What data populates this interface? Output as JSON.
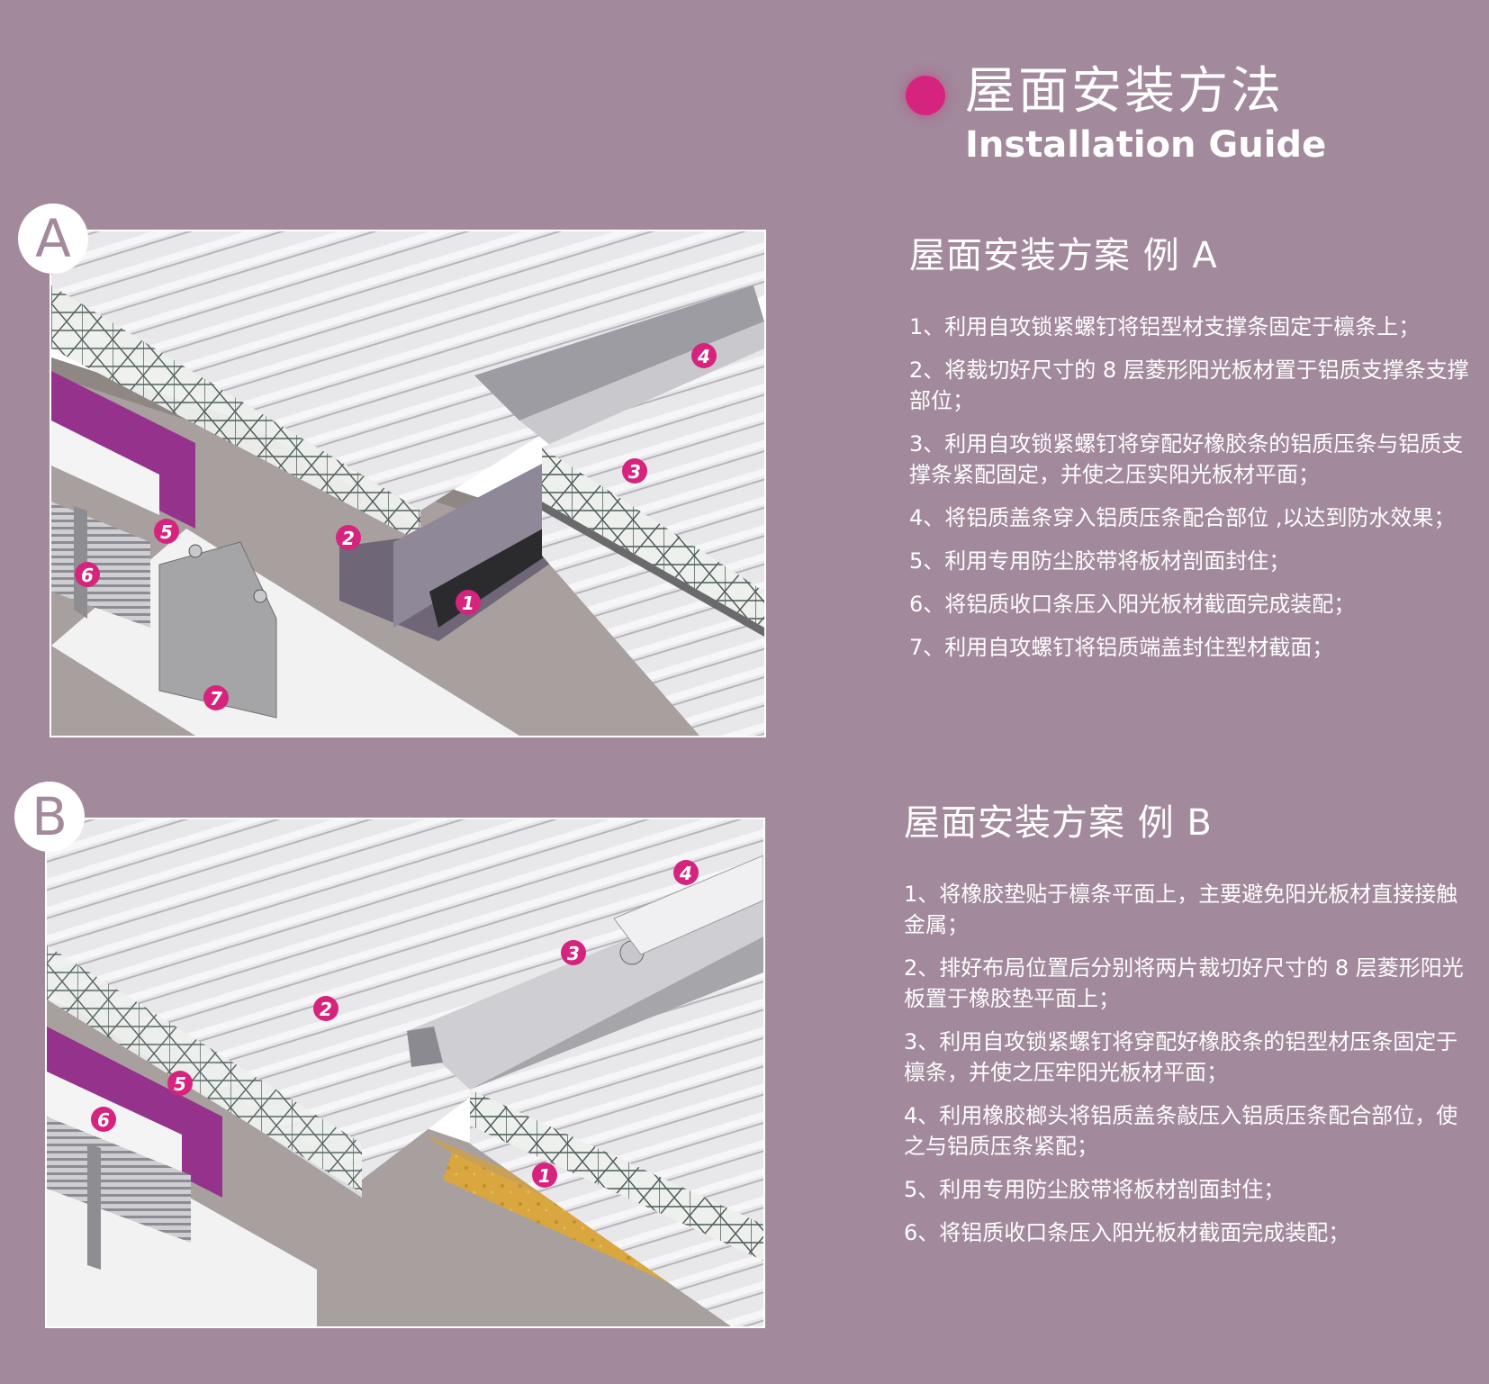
{
  "header": {
    "title_zh": "屋面安装方法",
    "title_en": "Installation Guide",
    "accent_color": "#d6247e",
    "background_color": "#a2899c"
  },
  "section_a": {
    "badge": "A",
    "title": "屋面安装方案 例 A",
    "callouts": [
      "1",
      "2",
      "3",
      "4",
      "5",
      "6",
      "7"
    ],
    "steps": [
      "1、利用自攻锁紧螺钉将铝型材支撑条固定于檩条上；",
      "2、将裁切好尺寸的 8 层菱形阳光板材置于铝质支撑条支撑部位；",
      "3、利用自攻锁紧螺钉将穿配好橡胶条的铝质压条与铝质支撑条紧配固定，并使之压实阳光板材平面；",
      "4、将铝质盖条穿入铝质压条配合部位 ,以达到防水效果；",
      "5、利用专用防尘胶带将板材剖面封住；",
      "6、将铝质收口条压入阳光板材截面完成装配；",
      "7、利用自攻螺钉将铝质端盖封住型材截面；"
    ]
  },
  "section_b": {
    "badge": "B",
    "title": "屋面安装方案 例 B",
    "callouts": [
      "1",
      "2",
      "3",
      "4",
      "5",
      "6"
    ],
    "steps": [
      "1、将橡胶垫贴于檩条平面上，主要避免阳光板材直接接触金属；",
      "2、排好布局位置后分别将两片裁切好尺寸的 8 层菱形阳光板置于橡胶垫平面上；",
      "3、利用自攻锁紧螺钉将穿配好橡胶条的铝型材压条固定于檩条，并使之压牢阳光板材平面；",
      "4、利用橡胶榔头将铝质盖条敲压入铝质压条配合部位，使之与铝质压条紧配；",
      "5、利用专用防尘胶带将板材剖面封住；",
      "6、将铝质收口条压入阳光板材截面完成装配；"
    ]
  }
}
